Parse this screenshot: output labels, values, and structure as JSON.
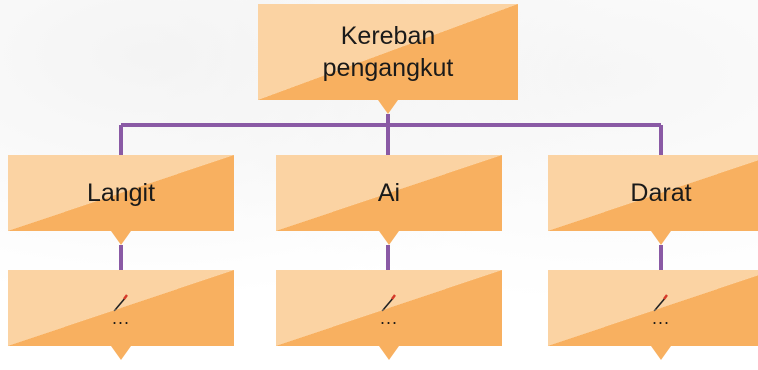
{
  "root": {
    "line1": "Kereban",
    "line2": "pengangkut"
  },
  "categories": [
    {
      "label": "Langit",
      "placeholder": "..."
    },
    {
      "label": "Ai",
      "placeholder": "..."
    },
    {
      "label": "Darat",
      "placeholder": "..."
    }
  ],
  "colors": {
    "box_light": "#fbd3a3",
    "box_dark": "#f8b060",
    "connector": "#8a5aa5",
    "text": "#1a1a1a"
  }
}
